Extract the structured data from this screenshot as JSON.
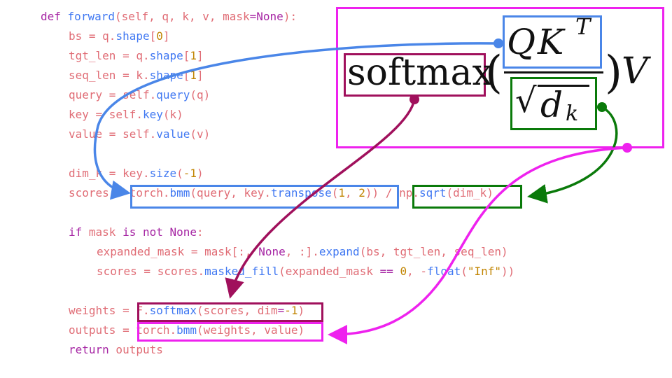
{
  "code": {
    "line1": {
      "kw": "def",
      "fn": "forward",
      "params_a": "(self, q, k, v, mask",
      "eq": "=",
      "none": "None",
      "end": "):"
    },
    "line2": {
      "a": "bs = q.",
      "b": "shape",
      "c": "[",
      "d": "0",
      "e": "]"
    },
    "line3": {
      "a": "tgt_len = q.",
      "b": "shape",
      "c": "[",
      "d": "1",
      "e": "]"
    },
    "line4": {
      "a": "seq_len = k.",
      "b": "shape",
      "c": "[",
      "d": "1",
      "e": "]"
    },
    "line5": {
      "a": "query = self.",
      "b": "query",
      "c": "(q)"
    },
    "line6": {
      "a": "key = self.",
      "b": "key",
      "c": "(k)"
    },
    "line7": {
      "a": "value = self.",
      "b": "value",
      "c": "(v)"
    },
    "line8": {
      "a": "dim_k = key.",
      "b": "size",
      "c": "(",
      "d": "-1",
      "e": ")"
    },
    "line9": {
      "a": "scores = ",
      "b": "torch",
      "c": ".",
      "d": "bmm",
      "e": "(query, key.",
      "f": "transpose",
      "g": "(",
      "h": "1",
      "i": ", ",
      "j": "2",
      "k": ")) / ",
      "l": "np",
      "m": ".",
      "n": "sqrt",
      "o": "(dim_k)"
    },
    "line10": {
      "kw1": "if",
      "a": " mask ",
      "kw2": "is not",
      "b": " ",
      "none": "None",
      "c": ":"
    },
    "line11": {
      "a": "expanded_mask = mask[:, ",
      "none": "None",
      "b": ", :].",
      "c": "expand",
      "d": "(bs, tgt_len, seq_len)"
    },
    "line12": {
      "a": "scores = scores.",
      "b": "masked_fill",
      "c": "(expanded_mask ",
      "op": "==",
      "d": " ",
      "e": "0",
      "f": ", -",
      "g": "float",
      "h": "(",
      "str": "\"Inf\"",
      "i": "))"
    },
    "line13": {
      "a": "weights = ",
      "b": "F",
      "c": ".",
      "d": "softmax",
      "e": "(scores, dim",
      "op": "=",
      "f": "-1",
      "g": ")"
    },
    "line14": {
      "a": "outputs = ",
      "b": "torch",
      "c": ".",
      "d": "bmm",
      "e": "(weights, value)"
    },
    "line15": {
      "kw": "return",
      "a": " outputs"
    }
  },
  "formula": {
    "softmax": "softmax",
    "lparen": "(",
    "numerator_q": "Q",
    "numerator_k": "K",
    "numerator_t": "T",
    "sqrt_symbol": "√",
    "denominator_d": "d",
    "denominator_k": "k",
    "rparen": ")",
    "v": "V"
  },
  "colors": {
    "blue": "#4a86e8",
    "green": "#0a7a0a",
    "maroon": "#a0105c",
    "magenta": "#ee22ee"
  }
}
